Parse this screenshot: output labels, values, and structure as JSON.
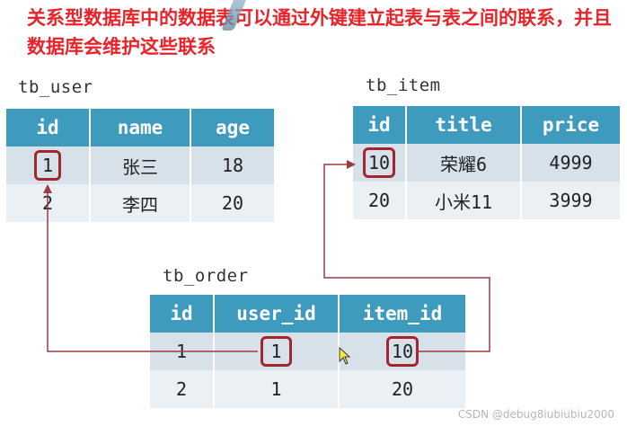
{
  "heading": "关系型数据库中的数据表可以通过外键建立起表与表之间的联系，并且数据库会维护这些联系",
  "tables": {
    "tb_user": {
      "name": "tb_user",
      "columns": [
        "id",
        "name",
        "age"
      ],
      "rows": [
        [
          "1",
          "张三",
          "18"
        ],
        [
          "2",
          "李四",
          "20"
        ]
      ]
    },
    "tb_item": {
      "name": "tb_item",
      "columns": [
        "id",
        "title",
        "price"
      ],
      "rows": [
        [
          "10",
          "荣耀6",
          "4999"
        ],
        [
          "20",
          "小米11",
          "3999"
        ]
      ]
    },
    "tb_order": {
      "name": "tb_order",
      "columns": [
        "id",
        "user_id",
        "item_id"
      ],
      "rows": [
        [
          "1",
          "1",
          "10"
        ],
        [
          "2",
          "1",
          "20"
        ]
      ]
    }
  },
  "colors": {
    "header": "#3e9bbd",
    "row_dark": "#d6e1ea",
    "row_light": "#eaf0f4",
    "highlight": "#a3262e",
    "arrow": "#9b3b40",
    "heading": "#e8242a"
  },
  "watermark": "CSDN @debug8iubiubiu2000"
}
